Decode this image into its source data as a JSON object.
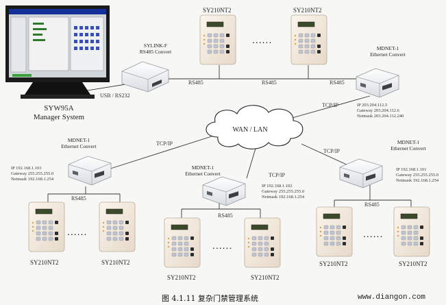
{
  "manager": {
    "name": "SYW95A",
    "subtitle": "Manager System",
    "link": "USB / RS232"
  },
  "sylink": {
    "title": "SYLINK-F",
    "subtitle": "RS485 Convert"
  },
  "mdnet_top": {
    "title": "MDNET-1",
    "subtitle": "Ethernet Convert",
    "ip": "IP 203.204.112.5",
    "gateway": "Gateway 203.204.112.6",
    "netmask": "Netmask 203.204.112.240"
  },
  "mdnet_left": {
    "title": "MDNET-1",
    "subtitle": "Ethernet Convert",
    "ip": "IP 192.168.1.103",
    "gateway": "Gateway 255.255.255.0",
    "netmask": "Netmask 192.168.1.254"
  },
  "mdnet_mid": {
    "title": "MDNET-1",
    "subtitle": "Ethernet Convert",
    "ip": "IP 192.168.1.102",
    "gateway": "Gateway 255.255.255.0",
    "netmask": "Netmask 192.168.1.254"
  },
  "mdnet_right": {
    "title": "MDNET-1",
    "subtitle": "Ethernet Convert",
    "ip": "IP 192.168.1.101",
    "gateway": "Gateway 255.255.255.0",
    "netmask": "Netmask 192.168.1.254"
  },
  "cloud": {
    "label": "WAN / LAN"
  },
  "links": {
    "rs485": "RS485",
    "tcpip": "TCP/IP"
  },
  "device": {
    "name": "SY210NT2"
  },
  "ellipsis": "......",
  "caption": "图 4.1.11 复杂门禁管理系统",
  "watermark": "www.diangon.com"
}
